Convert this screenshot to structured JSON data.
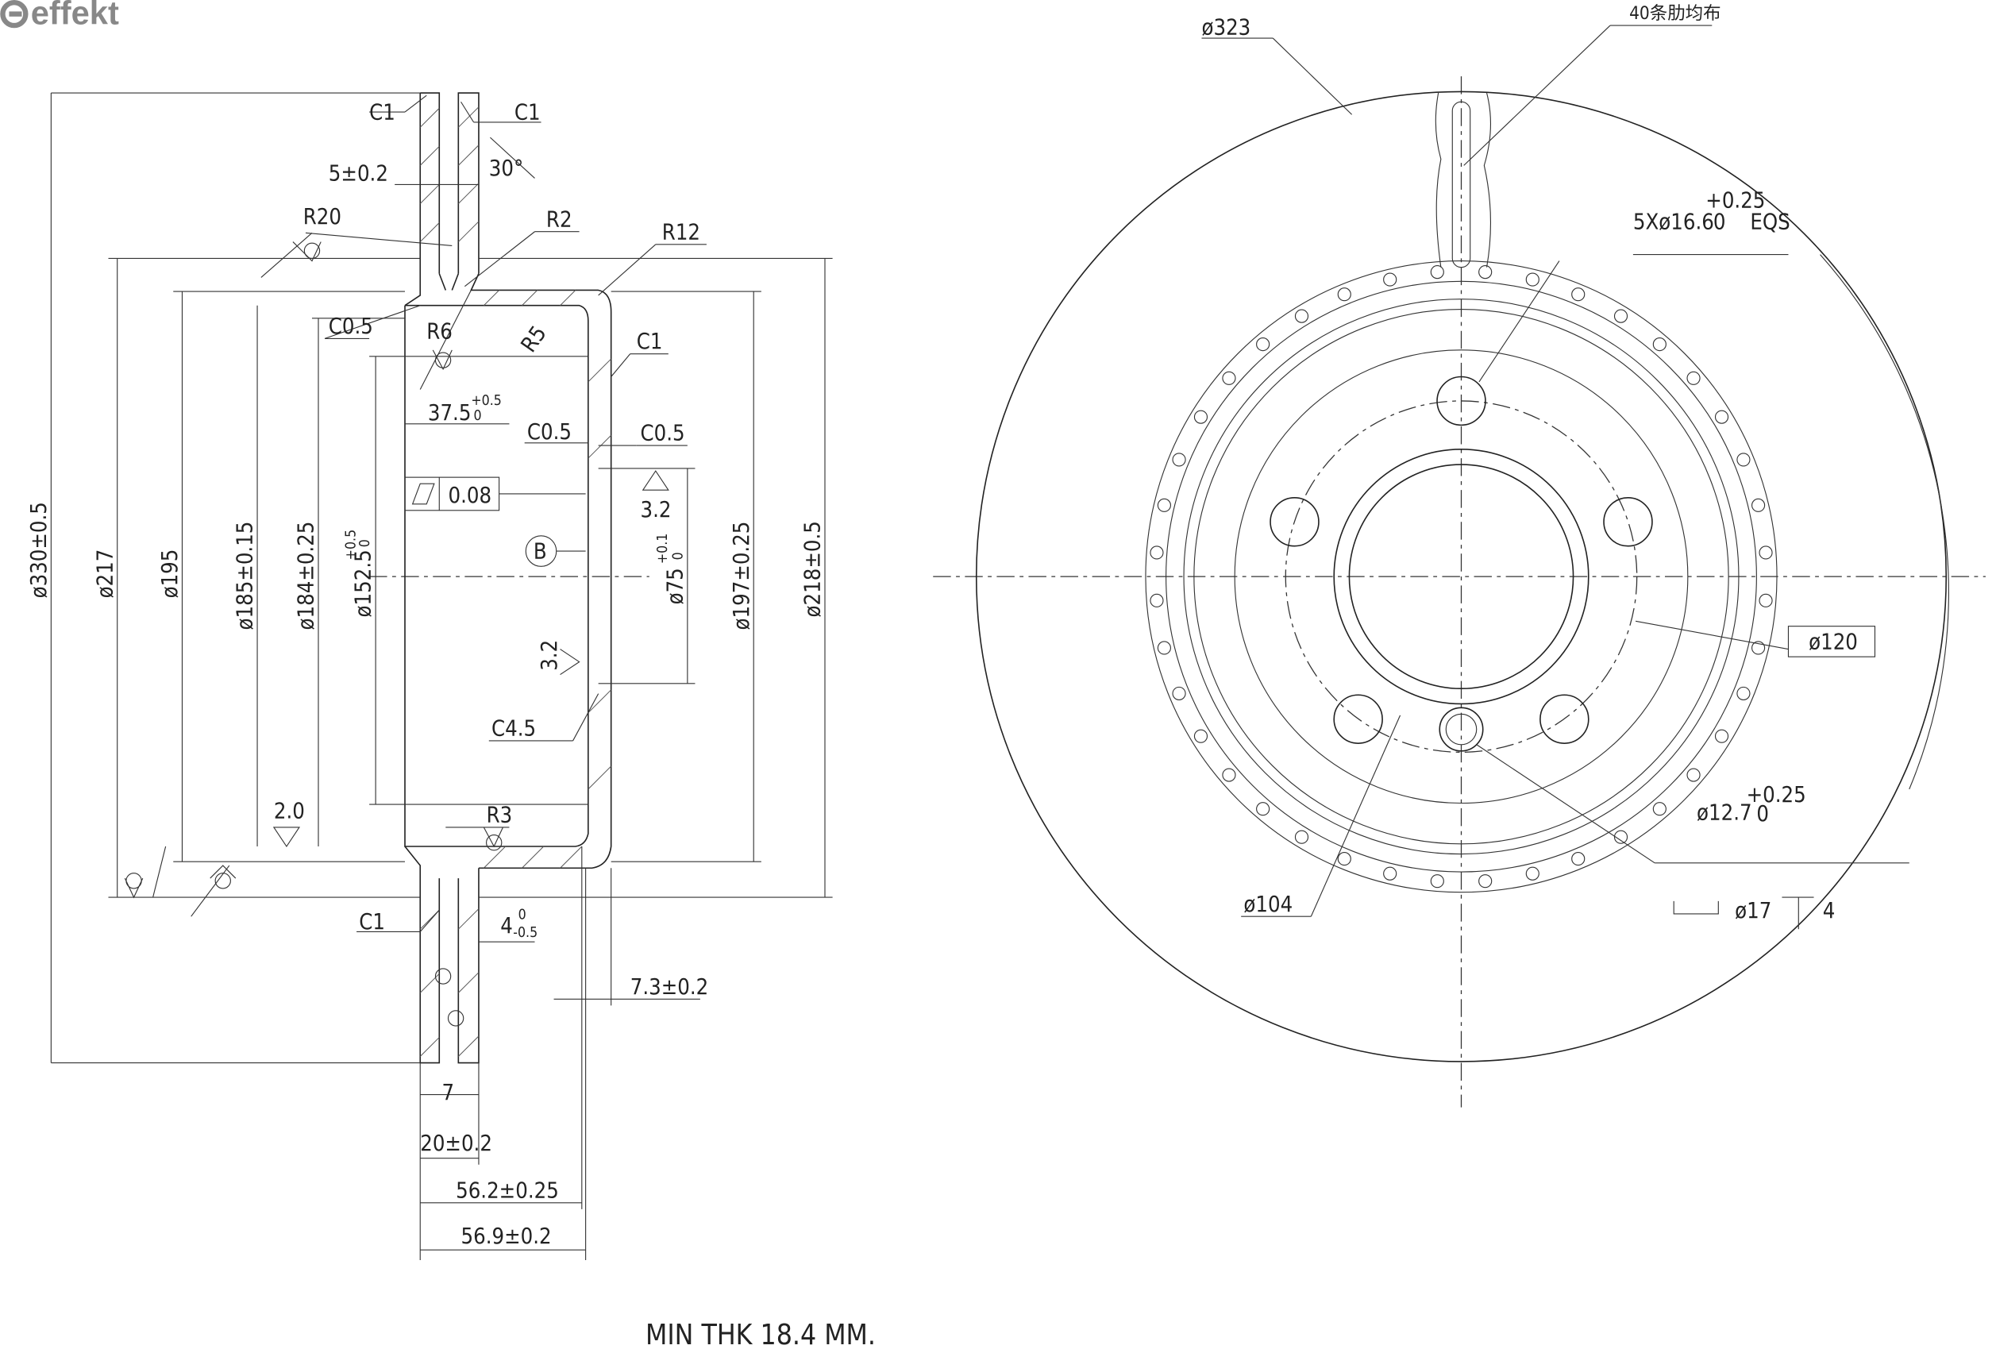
{
  "logo": {
    "text": "effekt"
  },
  "section_view": {
    "dims": {
      "d330": "ø330±0.5",
      "d217": "ø217",
      "d195": "ø195",
      "d185": "ø185±0.15",
      "d184": "ø184±0.25",
      "d152": "ø152.5",
      "d152_tol_up": "+0.5",
      "d152_tol_lo": "0",
      "d75": "ø75",
      "d75_tol_up": "+0.1",
      "d75_tol_lo": "0",
      "d197": "ø197±0.25",
      "d218": "ø218±0.5",
      "c1_a": "C1",
      "c1_b": "C1",
      "c1_c": "C1",
      "c1_d": "C1",
      "w5": "5±0.2",
      "ang30": "30°",
      "r20": "R20",
      "r2": "R2",
      "r12": "R12",
      "c05_a": "C0.5",
      "r6": "R6",
      "r5": "R5",
      "d37": "37.5",
      "d37_tol_up": "+0.5",
      "d37_tol_lo": "0",
      "c05_b": "C0.5",
      "c05_c": "C0.5",
      "flat": "0.08",
      "datum": "B",
      "rough32_a": "3.2",
      "rough32_b": "3.2",
      "c45": "C4.5",
      "rough20": "2.0",
      "r3": "R3",
      "d4": "4",
      "d4_tol_up": "0",
      "d4_tol_lo": "-0.5",
      "d73": "7.3±0.2",
      "d7": "7",
      "d20": "20±0.2",
      "d562": "56.2±0.25",
      "d569": "56.9±0.2"
    },
    "note": "MIN THK 18.4 MM."
  },
  "front_view": {
    "d323": "ø323",
    "ribs": "40条肋均布",
    "holes": "5Xø16.6",
    "holes_tol_up": "+0.25",
    "holes_tol_lo": "0",
    "holes_eqs": "EQS",
    "d120": "ø120",
    "d127": "ø12.7",
    "d127_tol_up": "+0.25",
    "d127_tol_lo": "0",
    "d104": "ø104",
    "d17": "ø17",
    "depth": "4"
  }
}
